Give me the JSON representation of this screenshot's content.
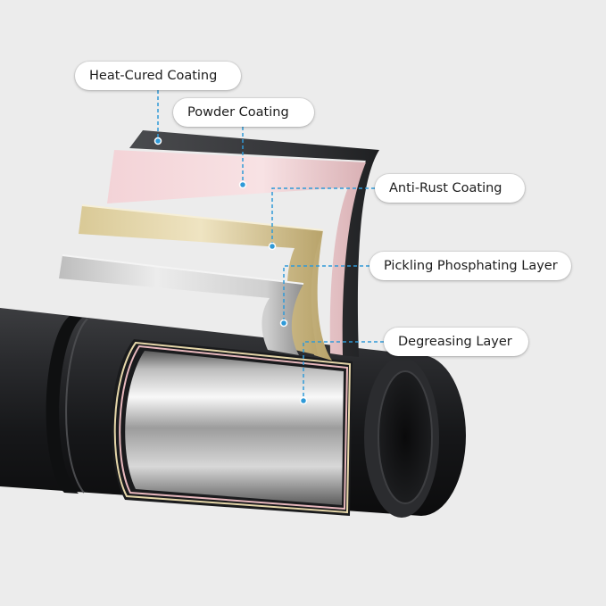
{
  "layers": [
    {
      "id": "heat",
      "label": "Heat-Cured Coating",
      "color": "#3a3b3d"
    },
    {
      "id": "powder",
      "label": "Powder Coating",
      "color": "#f6d9dd"
    },
    {
      "id": "rust",
      "label": "Anti-Rust Coating",
      "color": "#e9dcb2"
    },
    {
      "id": "pickle",
      "label": "Pickling Phosphating Layer",
      "color": "#d7d7d7"
    },
    {
      "id": "degrease",
      "label": "Degreasing Layer",
      "color": "#c8c8c8"
    }
  ],
  "colors": {
    "background": "#ececec",
    "tube": "#1e1f21",
    "leader_line": "#2f9ad8"
  }
}
